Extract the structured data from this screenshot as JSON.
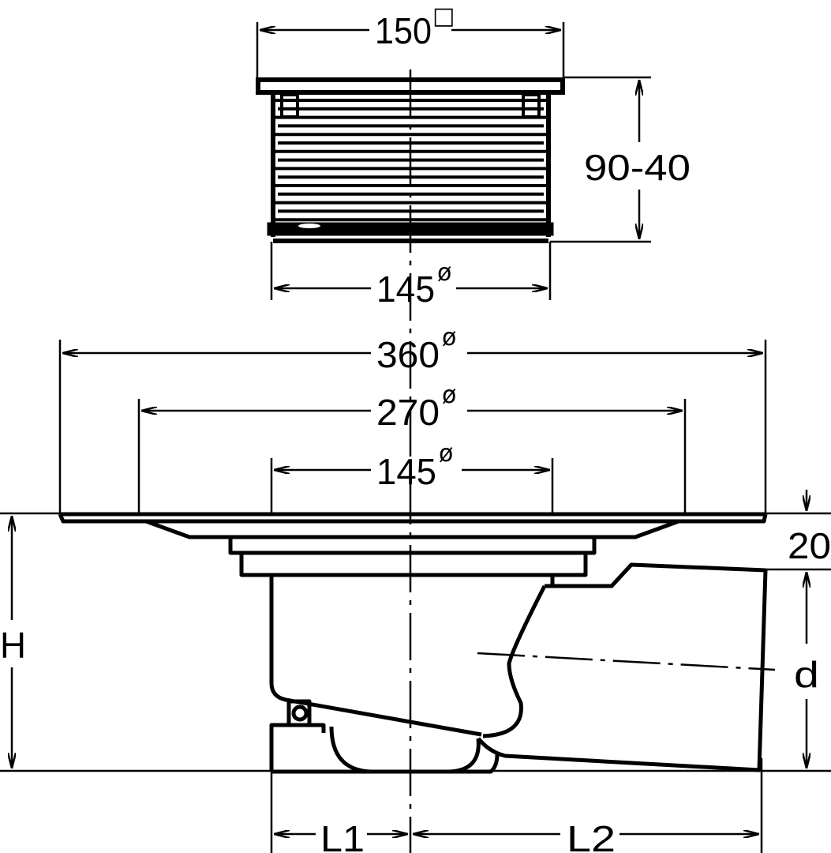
{
  "drawing": {
    "top_view": {
      "grate_width": "150",
      "grate_width_symbol": "□",
      "height_range": "90-40",
      "body_diameter": "145",
      "body_diameter_symbol": "ø"
    },
    "main_view": {
      "flange_outer": "360",
      "flange_inner": "270",
      "body_diameter": "145",
      "diameter_symbol": "ø",
      "overall_height": "H",
      "flange_thickness": "20",
      "outlet_diameter": "d",
      "length_left": "L1",
      "length_right": "L2"
    },
    "colors": {
      "line": "#000000",
      "background": "#ffffff"
    }
  }
}
